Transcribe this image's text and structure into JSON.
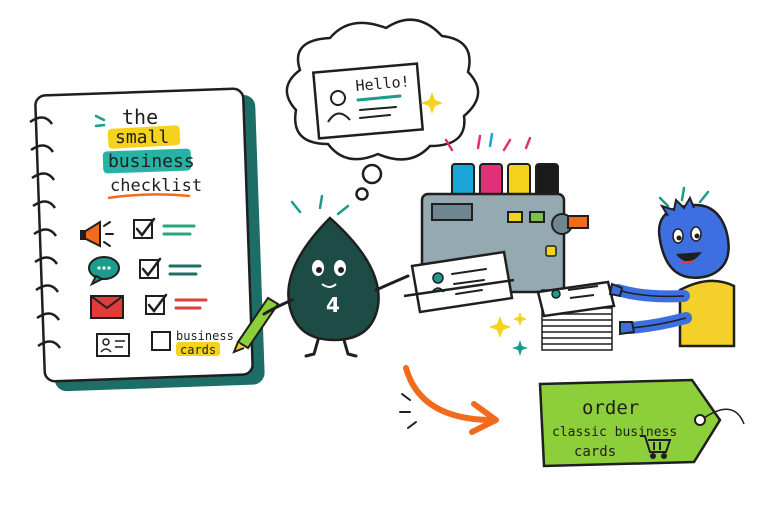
{
  "checklist": {
    "title_the": "the",
    "title_small": "small",
    "title_business": "business",
    "title_checklist": "checklist",
    "item4_label_line1": "business",
    "item4_label_line2": "cards"
  },
  "mascot": {
    "number": "4"
  },
  "thought_bubble": {
    "greeting": "Hello!"
  },
  "price_tag": {
    "line1": "order",
    "line2": "classic business",
    "line3": "cards"
  },
  "colors": {
    "ink": "#1f1f1f",
    "notebook_border": "#1c6e66",
    "mascot": "#1d4c47",
    "tag_green": "#8ccf3a",
    "arrow_orange": "#f26b1d",
    "cyan": "#1aa6d8",
    "magenta": "#e0307a",
    "yellow": "#f5d21b",
    "black": "#1a1a1a",
    "person_blue": "#3e6fe0",
    "person_shirt": "#f3d12a",
    "printer_body": "#95a9b0"
  }
}
